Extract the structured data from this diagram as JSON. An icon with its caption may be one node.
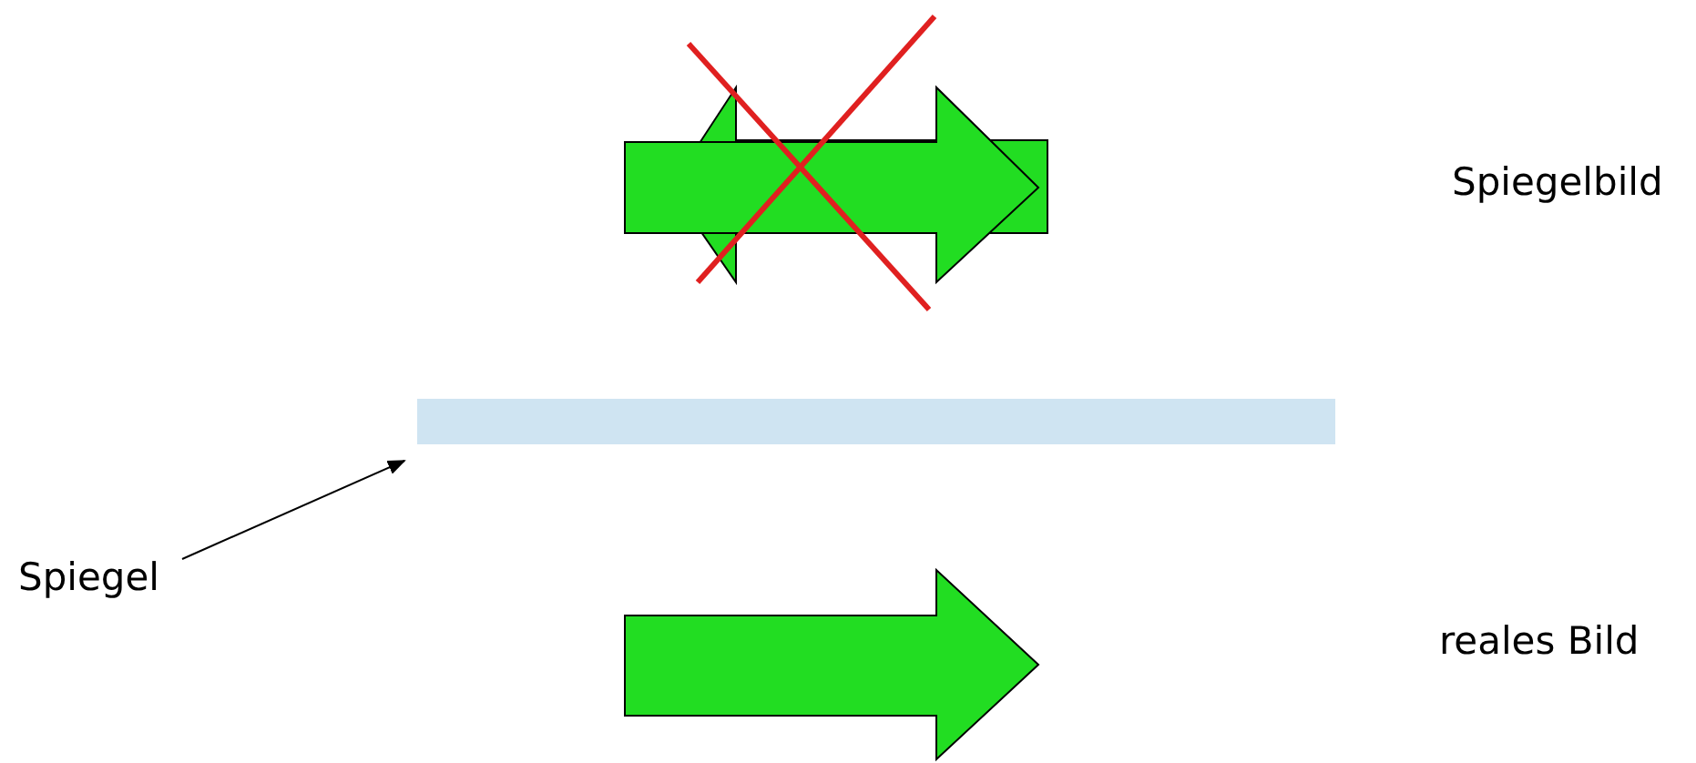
{
  "diagram": {
    "nodes": [
      {
        "text": [
          "Spiegel"
        ]
      },
      {
        "text": [],
        "shape": "bar"
      }
    ],
    "edges": [
      {
        "from": 0,
        "to": 1,
        "arrow": "to"
      }
    ],
    "labels": [
      "Spiegelbild",
      "reales Bild"
    ]
  }
}
